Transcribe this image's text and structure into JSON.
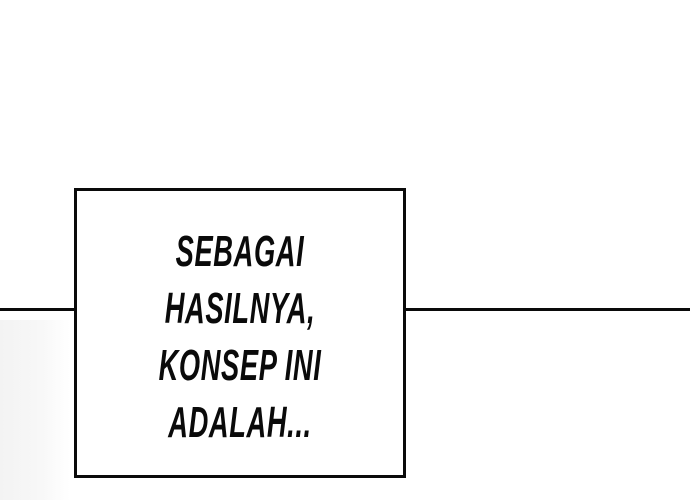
{
  "panel": {
    "background_color": "#ffffff",
    "line_color": "#0a0a0a",
    "caption": {
      "lines": [
        "SEBAGAI",
        "HASILNYA,",
        "KONSEP INI",
        "ADALAH..."
      ],
      "text_color": "#0a0a0a",
      "border_color": "#0a0a0a"
    }
  }
}
